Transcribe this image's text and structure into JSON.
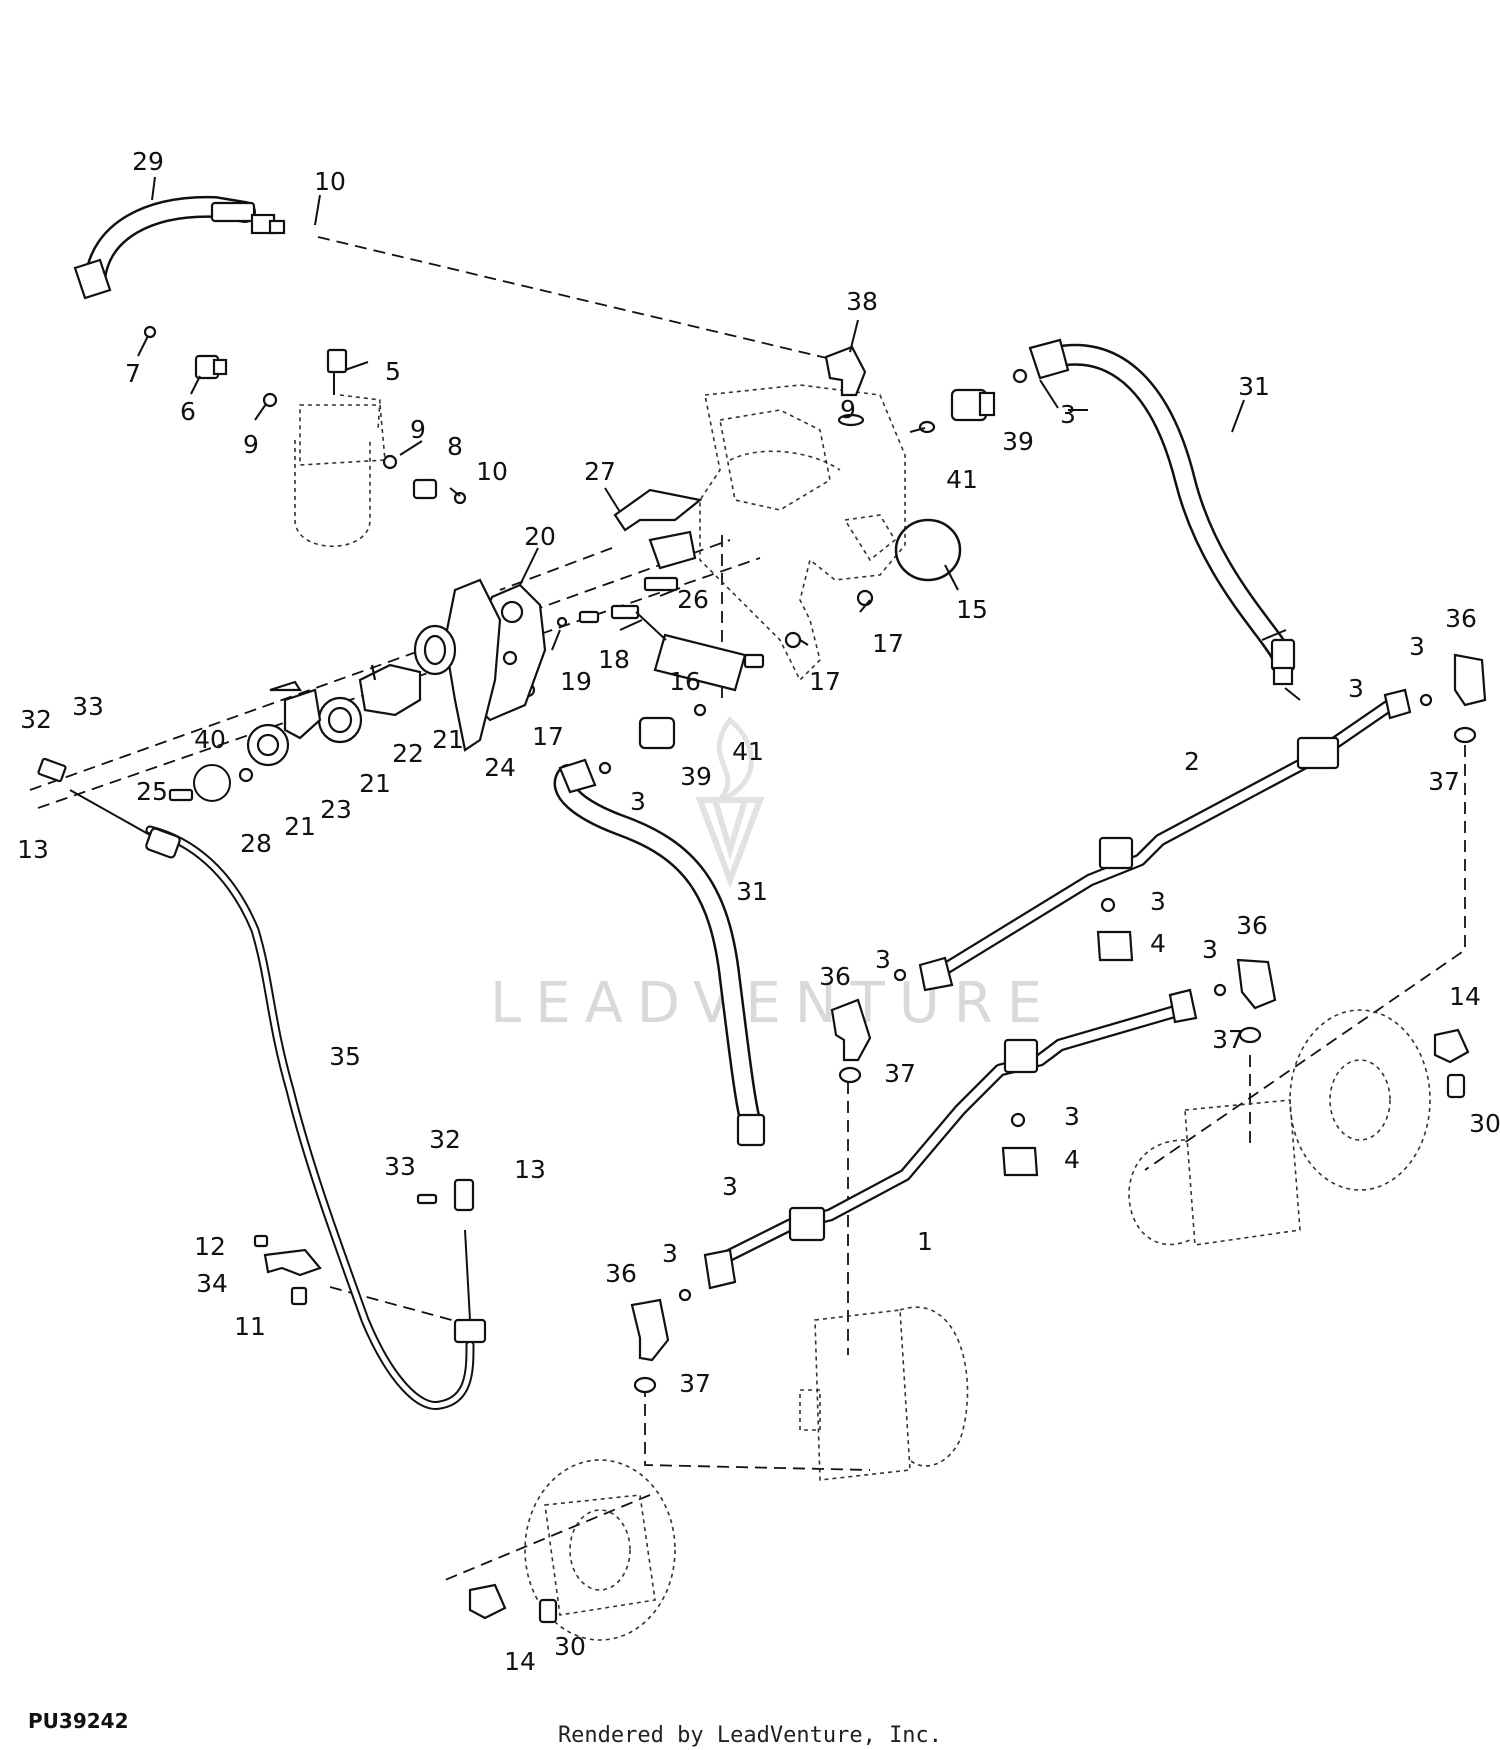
{
  "diagram": {
    "id": "PU39242",
    "credit": "Rendered by LeadVenture, Inc.",
    "watermark": "LEADVENTURE"
  },
  "callouts": [
    {
      "key": "c29",
      "text": "29"
    },
    {
      "key": "c10a",
      "text": "10"
    },
    {
      "key": "c38",
      "text": "38"
    },
    {
      "key": "c31a",
      "text": "31"
    },
    {
      "key": "c7",
      "text": "7"
    },
    {
      "key": "c6",
      "text": "6"
    },
    {
      "key": "c5",
      "text": "5"
    },
    {
      "key": "c9a",
      "text": "9"
    },
    {
      "key": "c9b",
      "text": "9"
    },
    {
      "key": "c8",
      "text": "8"
    },
    {
      "key": "c10b",
      "text": "10"
    },
    {
      "key": "c9c",
      "text": "9"
    },
    {
      "key": "c3a",
      "text": "3"
    },
    {
      "key": "c39a",
      "text": "39"
    },
    {
      "key": "c41a",
      "text": "41"
    },
    {
      "key": "c27",
      "text": "27"
    },
    {
      "key": "c15",
      "text": "15"
    },
    {
      "key": "c20",
      "text": "20"
    },
    {
      "key": "c26",
      "text": "26"
    },
    {
      "key": "c17a",
      "text": "17"
    },
    {
      "key": "c17b",
      "text": "17"
    },
    {
      "key": "c18",
      "text": "18"
    },
    {
      "key": "c19",
      "text": "19"
    },
    {
      "key": "c16",
      "text": "16"
    },
    {
      "key": "c36a",
      "text": "36"
    },
    {
      "key": "c3b",
      "text": "3"
    },
    {
      "key": "c3c",
      "text": "3"
    },
    {
      "key": "c32a",
      "text": "32"
    },
    {
      "key": "c33a",
      "text": "33"
    },
    {
      "key": "c40",
      "text": "40"
    },
    {
      "key": "c22",
      "text": "22"
    },
    {
      "key": "c21a",
      "text": "21"
    },
    {
      "key": "c17c",
      "text": "17"
    },
    {
      "key": "c41b",
      "text": "41"
    },
    {
      "key": "c39b",
      "text": "39"
    },
    {
      "key": "c37a",
      "text": "37"
    },
    {
      "key": "c2",
      "text": "2"
    },
    {
      "key": "c21b",
      "text": "21"
    },
    {
      "key": "c24",
      "text": "24"
    },
    {
      "key": "c3d",
      "text": "3"
    },
    {
      "key": "c25",
      "text": "25"
    },
    {
      "key": "c13a",
      "text": "13"
    },
    {
      "key": "c28",
      "text": "28"
    },
    {
      "key": "c21c",
      "text": "21"
    },
    {
      "key": "c23",
      "text": "23"
    },
    {
      "key": "c31b",
      "text": "31"
    },
    {
      "key": "c3e",
      "text": "3"
    },
    {
      "key": "c4a",
      "text": "4"
    },
    {
      "key": "c3f",
      "text": "3"
    },
    {
      "key": "c3g",
      "text": "3"
    },
    {
      "key": "c36b",
      "text": "36"
    },
    {
      "key": "c36c",
      "text": "36"
    },
    {
      "key": "c14a",
      "text": "14"
    },
    {
      "key": "c37b",
      "text": "37"
    },
    {
      "key": "c37c",
      "text": "37"
    },
    {
      "key": "c35",
      "text": "35"
    },
    {
      "key": "c3h",
      "text": "3"
    },
    {
      "key": "c4b",
      "text": "4"
    },
    {
      "key": "c30a",
      "text": "30"
    },
    {
      "key": "c32b",
      "text": "32"
    },
    {
      "key": "c33b",
      "text": "33"
    },
    {
      "key": "c13b",
      "text": "13"
    },
    {
      "key": "c3i",
      "text": "3"
    },
    {
      "key": "c1",
      "text": "1"
    },
    {
      "key": "c12",
      "text": "12"
    },
    {
      "key": "c34",
      "text": "34"
    },
    {
      "key": "c11",
      "text": "11"
    },
    {
      "key": "c36d",
      "text": "36"
    },
    {
      "key": "c3j",
      "text": "3"
    },
    {
      "key": "c37d",
      "text": "37"
    },
    {
      "key": "c14b",
      "text": "14"
    },
    {
      "key": "c30b",
      "text": "30"
    }
  ]
}
